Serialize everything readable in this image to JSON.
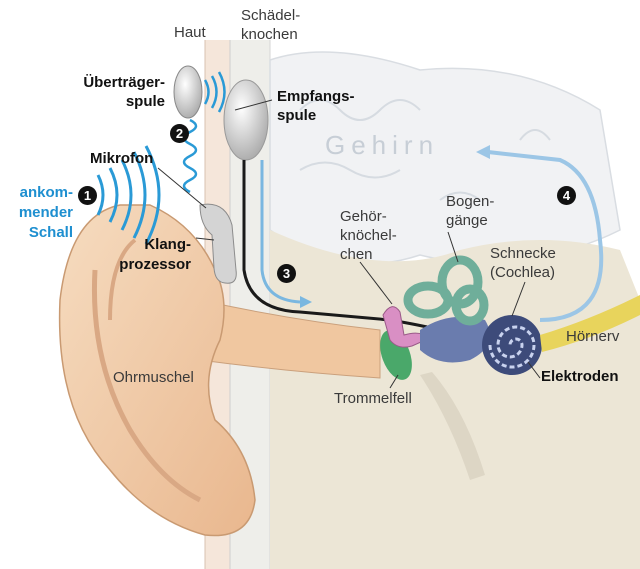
{
  "labels": {
    "haut": "Haut",
    "schaedel_1": "Schädel-",
    "schaedel_2": "knochen",
    "uebertraeger_1": "Überträger-",
    "uebertraeger_2": "spule",
    "empfangs_1": "Empfangs-",
    "empfangs_2": "spule",
    "gehirn": "Gehirn",
    "mikrofon": "Mikrofon",
    "schall_1": "ankom-",
    "schall_2": "mender",
    "schall_3": "Schall",
    "klang_1": "Klang-",
    "klang_2": "prozessor",
    "gehoer_1": "Gehör-",
    "gehoer_2": "knöchel-",
    "gehoer_3": "chen",
    "bogen_1": "Bogen-",
    "bogen_2": "gänge",
    "schnecke_1": "Schnecke",
    "schnecke_2": "(Cochlea)",
    "hoernerv": "Hörnerv",
    "elektroden": "Elektroden",
    "ohrmuschel": "Ohrmuschel",
    "trommelfell": "Trommelfell"
  },
  "steps": [
    "1",
    "2",
    "3",
    "4"
  ],
  "colors": {
    "signal_blue": "#1e8fd0",
    "skin": "#f0c8a0",
    "ossicles": "#d98fc4",
    "semicircular": "#6fae9a",
    "cochlea": "#3d4b7a",
    "eardrum": "#4aa86a"
  }
}
